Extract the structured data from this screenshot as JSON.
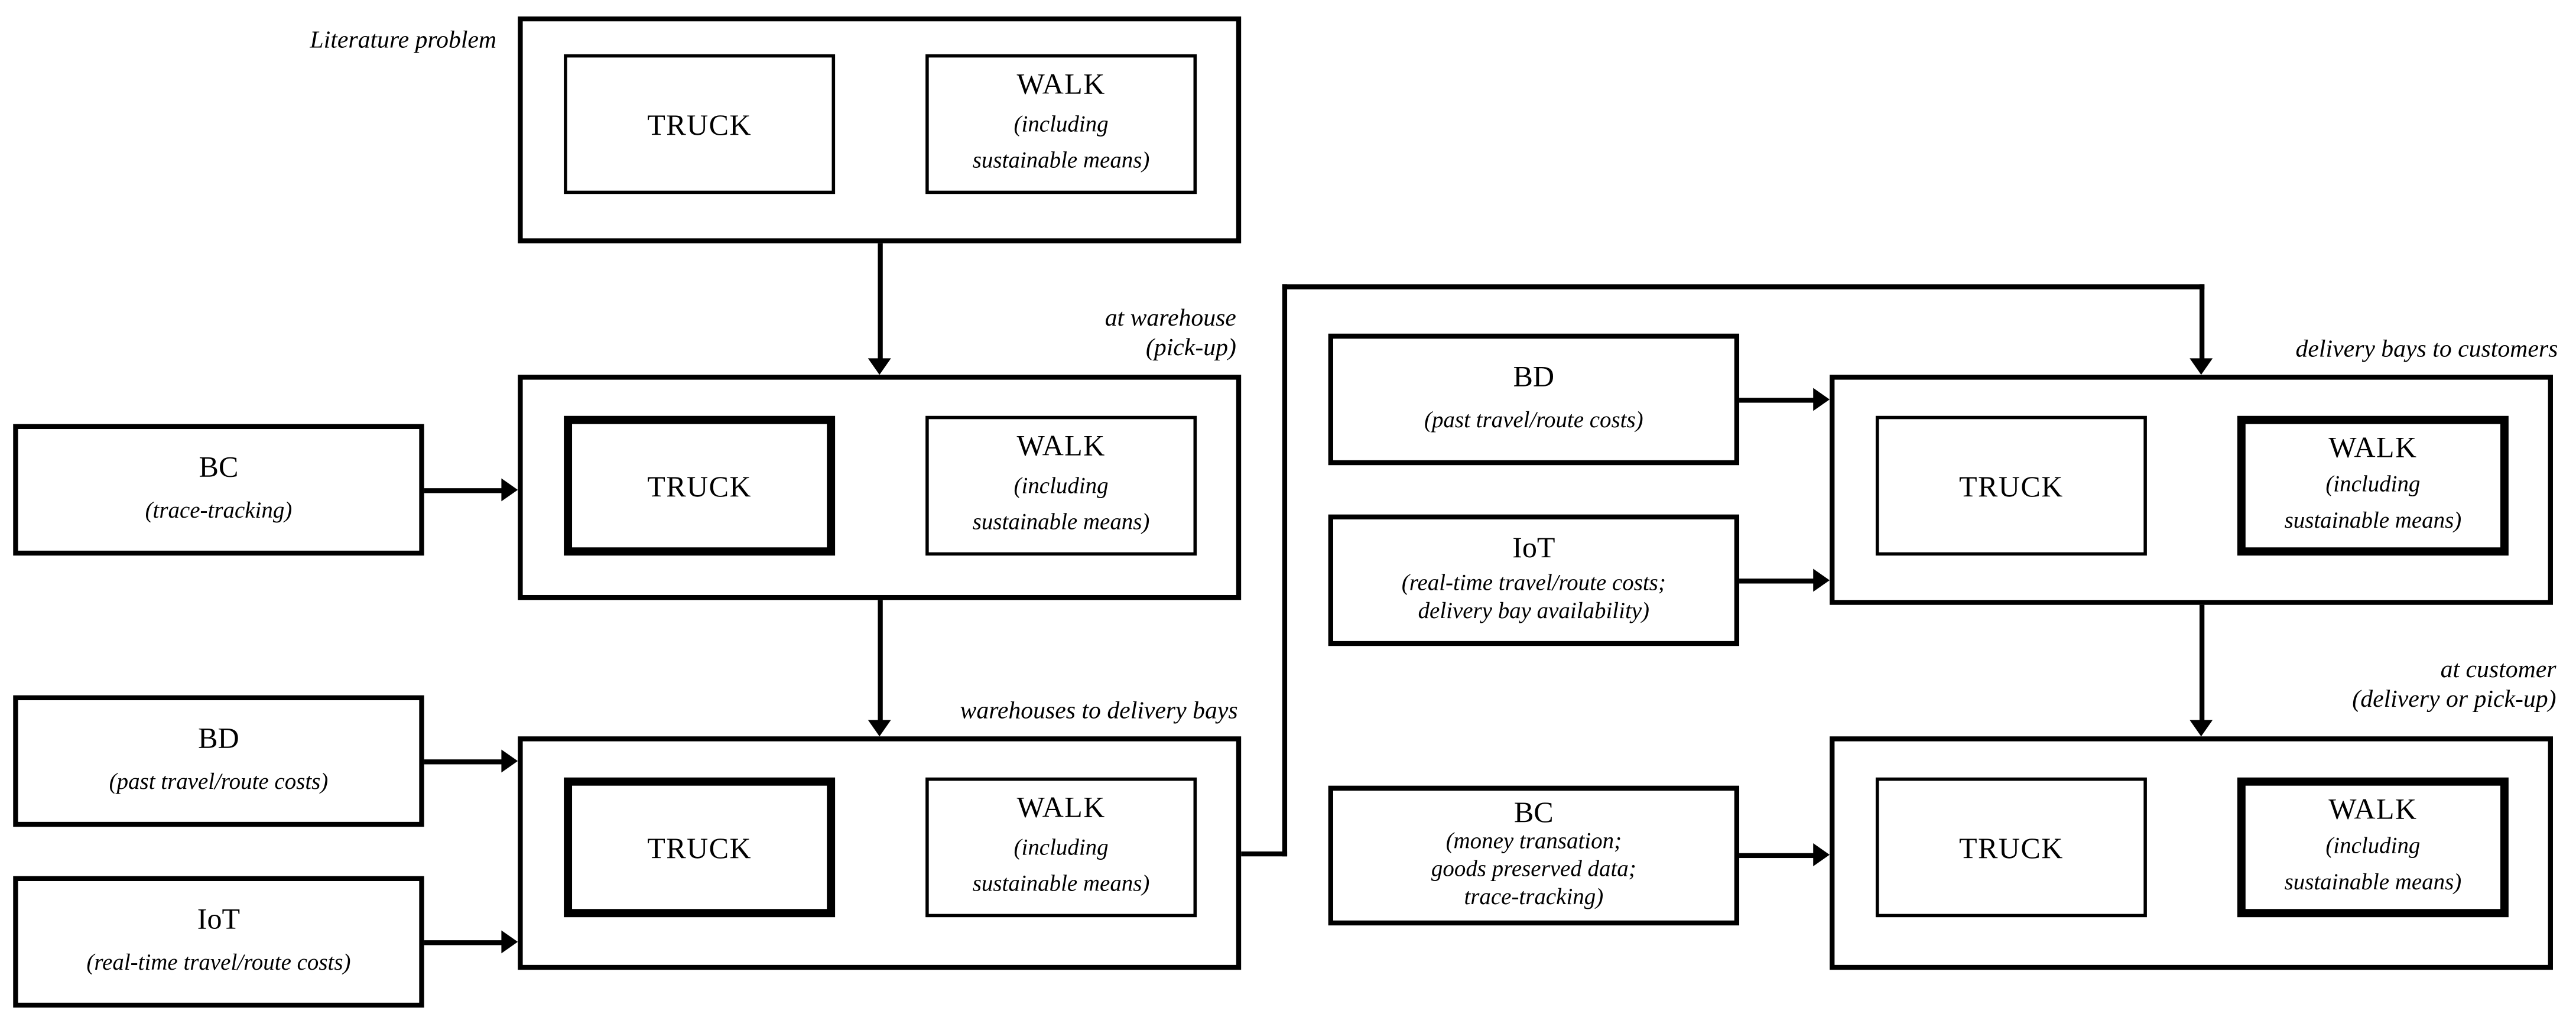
{
  "canvas": {
    "background": "#ffffff",
    "ink": "#000000"
  },
  "labels": {
    "literature": "Literature problem",
    "at_warehouse_line1": "at warehouse",
    "at_warehouse_line2": "(pick-up)",
    "warehouses_to_delivery_bays": "warehouses to delivery bays",
    "delivery_bays_to_customers": "delivery bays to customers",
    "at_customer_line1": "at customer",
    "at_customer_line2": "(delivery or pick-up)"
  },
  "modes": {
    "truck": "TRUCK",
    "walk": "WALK",
    "walk_sub_line1": "(including",
    "walk_sub_line2": "sustainable means)"
  },
  "inputs": {
    "bc_pickup": {
      "title": "BC",
      "line1": "(trace-tracking)"
    },
    "bd_warehouse": {
      "title": "BD",
      "line1": "(past travel/route costs)"
    },
    "iot_warehouse": {
      "title": "IoT",
      "line1": "(real-time travel/route costs)"
    },
    "bd_bays": {
      "title": "BD",
      "line1": "(past travel/route costs)"
    },
    "iot_bays": {
      "title": "IoT",
      "line1": "(real-time travel/route costs;",
      "line2": "delivery bay availability)"
    },
    "bc_customer": {
      "title": "BC",
      "line1": "(money transation;",
      "line2": "goods preserved data;",
      "line3": "trace-tracking)"
    }
  }
}
